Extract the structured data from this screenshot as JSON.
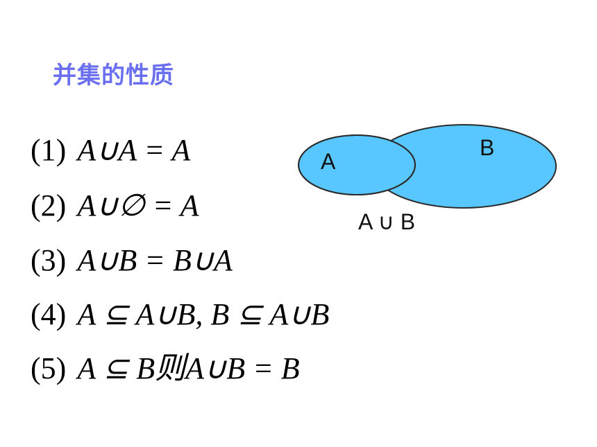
{
  "title": "并集的性质",
  "properties": [
    {
      "num": "(1)",
      "expr": "A∪A = A"
    },
    {
      "num": "(2)",
      "expr": "A∪∅ = A"
    },
    {
      "num": "(3)",
      "expr": "A∪B = B∪A"
    },
    {
      "num": "(4)",
      "expr": "A ⊆ A∪B, B ⊆ A∪B"
    },
    {
      "num": "(5)",
      "expr": "A ⊆ B则A∪B = B"
    }
  ],
  "venn": {
    "label_a": "A",
    "label_b": "B",
    "caption": "A ∪ B",
    "fill_color": "#59c7ff",
    "stroke_color": "#2b2b2b"
  }
}
